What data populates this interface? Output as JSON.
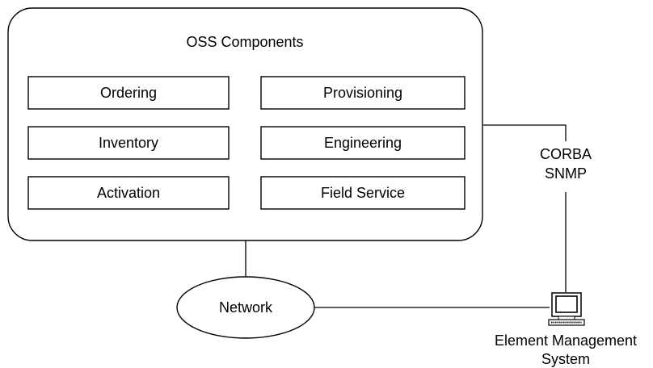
{
  "oss": {
    "title": "OSS Components",
    "components": [
      "Ordering",
      "Provisioning",
      "Inventory",
      "Engineering",
      "Activation",
      "Field Service"
    ]
  },
  "network": {
    "label": "Network"
  },
  "protocols": {
    "line1": "CORBA",
    "line2": "SNMP"
  },
  "ems": {
    "label_line1": "Element Management",
    "label_line2": "System",
    "icon": "computer-terminal-icon"
  }
}
